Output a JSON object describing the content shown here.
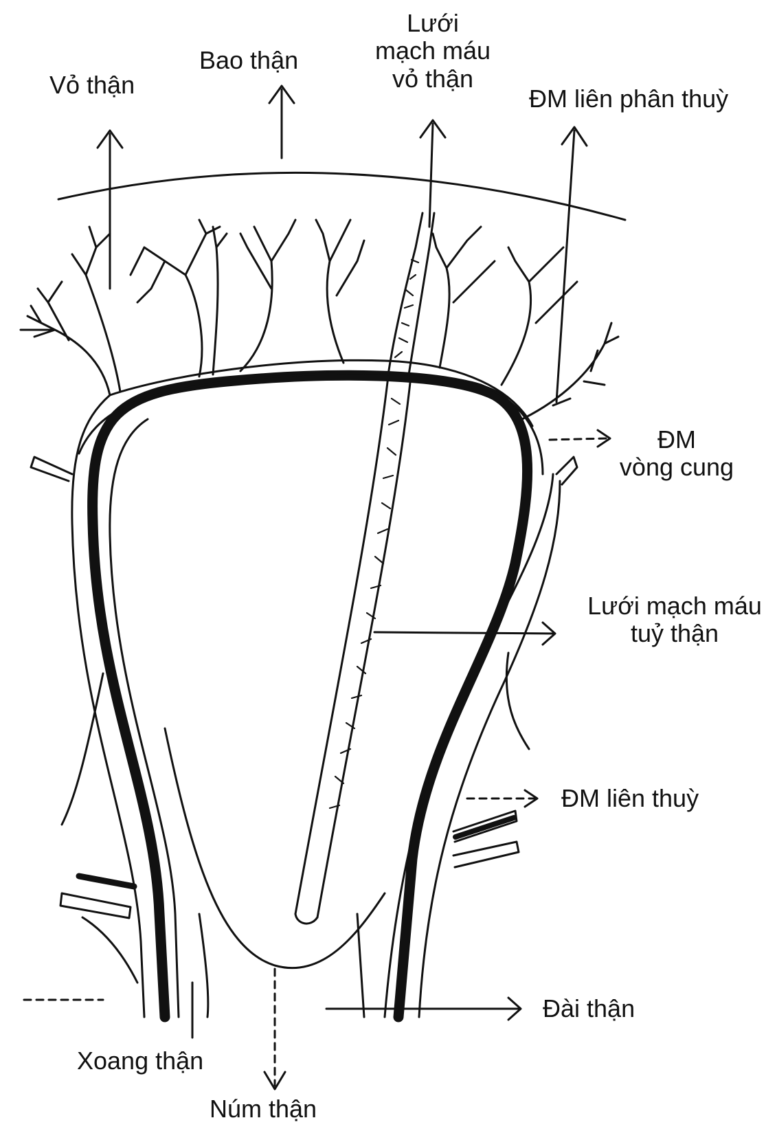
{
  "labels": {
    "vo_than": "Vỏ thận",
    "bao_than": "Bao thận",
    "luoi_vo_line1": "Lưới",
    "luoi_vo_line2": "mạch máu",
    "luoi_vo_line3": "vỏ thận",
    "dm_lien_phan_thuy": "ĐM liên phân thuỳ",
    "dm_vong_cung_line1": "ĐM",
    "dm_vong_cung_line2": "vòng cung",
    "luoi_tuy_line1": "Lưới mạch máu",
    "luoi_tuy_line2": "tuỷ thận",
    "dm_lien_thuy": "ĐM liên thuỳ",
    "dai_than": "Đài thận",
    "xoang_than": "Xoang thận",
    "num_than": "Núm thận"
  },
  "colors": {
    "ink": "#111111",
    "background": "#ffffff"
  }
}
